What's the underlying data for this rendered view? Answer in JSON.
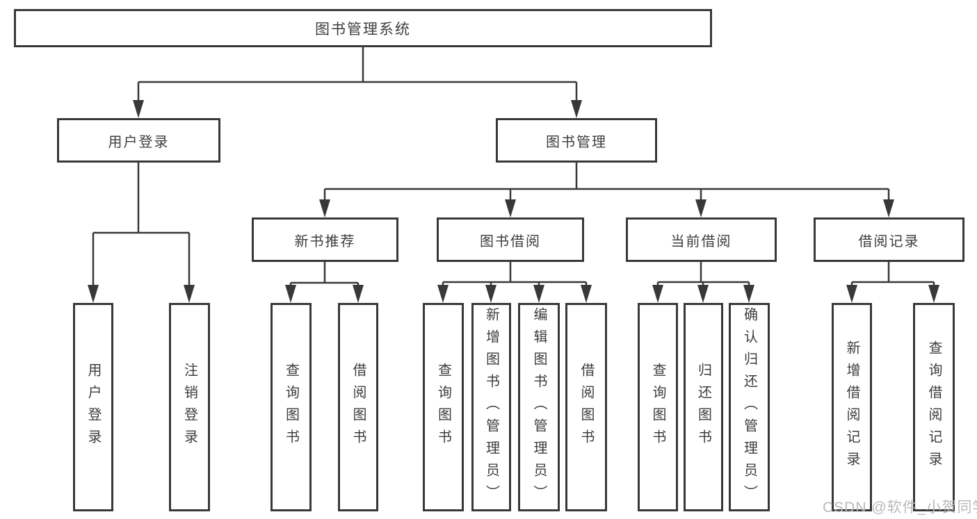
{
  "tree": {
    "label": "图书管理系统",
    "children": [
      {
        "label": "用户登录",
        "children": [
          {
            "label": "用户登录"
          },
          {
            "label": "注销登录"
          }
        ]
      },
      {
        "label": "图书管理",
        "children": [
          {
            "label": "新书推荐",
            "children": [
              {
                "label": "查询图书"
              },
              {
                "label": "借阅图书"
              }
            ]
          },
          {
            "label": "图书借阅",
            "children": [
              {
                "label": "查询图书"
              },
              {
                "label": "新增图书（管理员）"
              },
              {
                "label": "编辑图书（管理员）"
              },
              {
                "label": "借阅图书"
              }
            ]
          },
          {
            "label": "当前借阅",
            "children": [
              {
                "label": "查询图书"
              },
              {
                "label": "归还图书"
              },
              {
                "label": "确认归还（管理员）"
              }
            ]
          },
          {
            "label": "借阅记录",
            "children": [
              {
                "label": "新增借阅记录"
              },
              {
                "label": "查询借阅记录"
              }
            ]
          }
        ]
      }
    ]
  },
  "watermark": "CSDN @软件_小贺同学",
  "colors": {
    "line": "#383838",
    "text": "#3d3d3d",
    "box_background": "#ffffff",
    "watermark": "#b9b9b9"
  }
}
